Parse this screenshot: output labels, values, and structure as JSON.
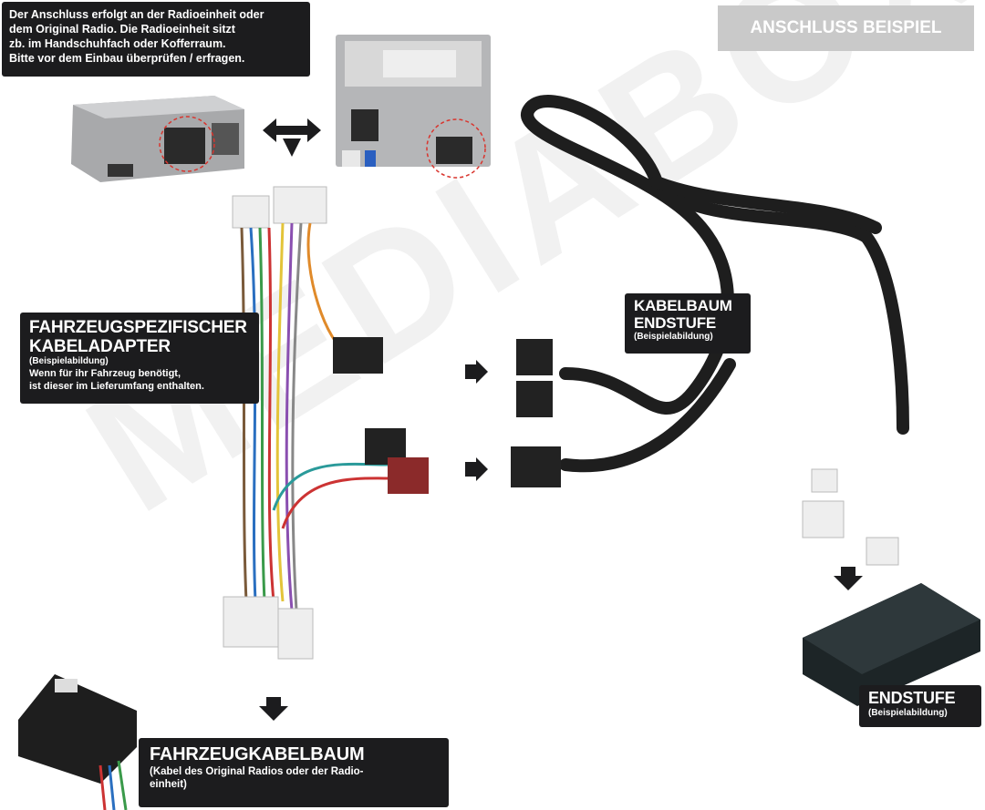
{
  "note_box": {
    "lines": [
      "Der Anschluss erfolgt an der Radioeinheit oder",
      "dem Original Radio. Die Radioeinheit sitzt",
      "zb. im Handschuhfach oder Kofferraum.",
      "Bitte vor dem Einbau überprüfen / erfragen."
    ]
  },
  "example_badge": "ANSCHLUSS BEISPIEL",
  "adapter_label": {
    "title_line1": "FAHRZEUGSPEZIFISCHER",
    "title_line2": "KABELADAPTER",
    "sub": "(Beispielabildung)",
    "desc_line1": "Wenn für ihr Fahrzeug benötigt,",
    "desc_line2": "ist dieser im Lieferumfang enthalten."
  },
  "harness_label": {
    "title_line1": "KABELBAUM",
    "title_line2": "ENDSTUFE",
    "sub": "(Beispielabildung)"
  },
  "amp_label": {
    "title": "ENDSTUFE",
    "sub": "(Beispielabildung)"
  },
  "vehicle_label": {
    "title": "FAHRZEUGKABELBAUM",
    "sub_line1": "(Kabel des Original Radios oder der Radio-",
    "sub_line2": "einheit)"
  },
  "watermark": "MEDIABOX",
  "colors": {
    "label_bg": "#1c1c1e",
    "badge_bg": "#c9c9c9",
    "highlight_circle": "#d9352e"
  }
}
